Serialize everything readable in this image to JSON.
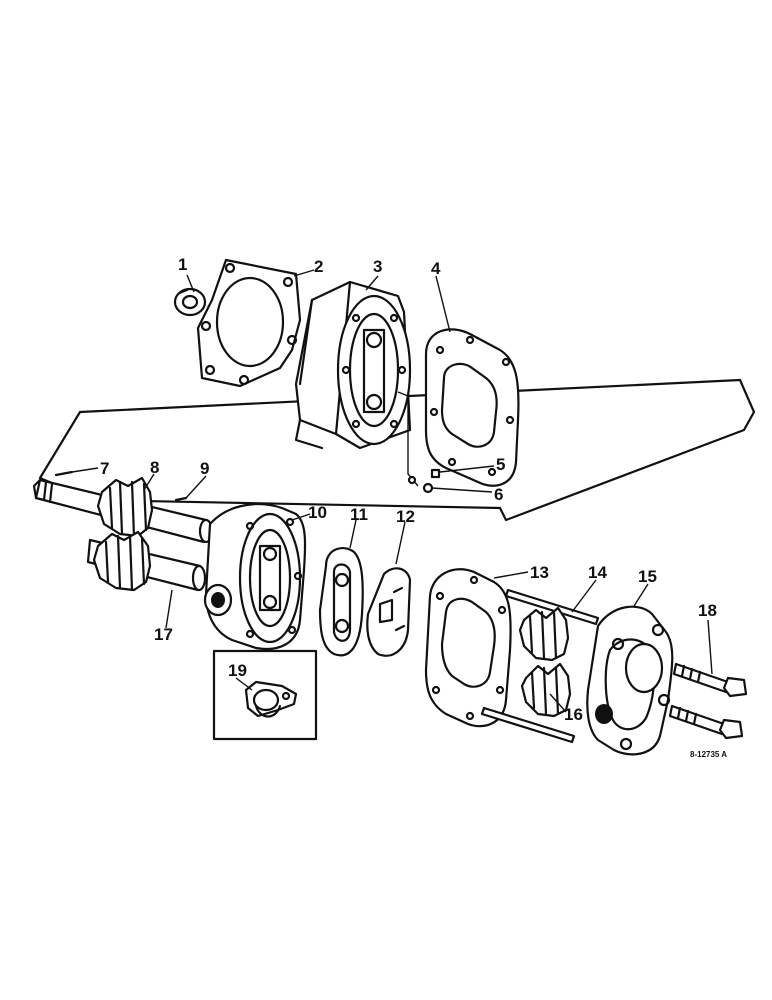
{
  "labels": {
    "p1": "1",
    "p2": "2",
    "p3": "3",
    "p4": "4",
    "p5": "5",
    "p6": "6",
    "p7": "7",
    "p8": "8",
    "p9": "9",
    "p10": "10",
    "p11": "11",
    "p12": "12",
    "p13": "13",
    "p14": "14",
    "p15": "15",
    "p16": "16",
    "p17": "17",
    "p18": "18",
    "p19": "19"
  },
  "drawing_ref": "8-12735 A"
}
